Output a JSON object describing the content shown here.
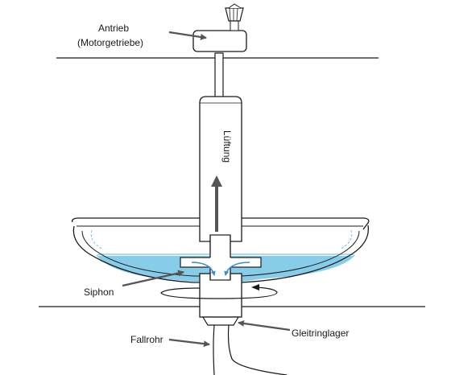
{
  "labels": {
    "drive_line1": "Antrieb",
    "drive_line2": "(Motorgetriebe)",
    "ventilation": "Lüftung",
    "siphon": "Siphon",
    "bearing": "Gleitringlager",
    "downpipe": "Fallrohr"
  },
  "colors": {
    "water": "#87cdea",
    "water_light": "#cfeaf6",
    "stroke": "#1a1a1a",
    "arrow": "#555555"
  }
}
